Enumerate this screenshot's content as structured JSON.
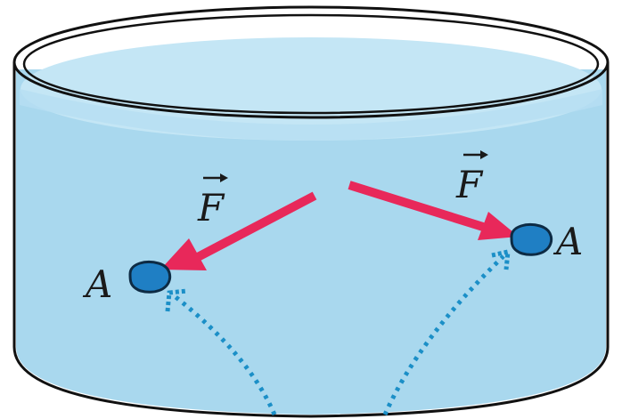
{
  "labels": {
    "force_left": "F",
    "force_right": "F",
    "object_left": "A",
    "object_right": "A"
  },
  "colors": {
    "water": "#a9d8ee",
    "water_top": "#c4e6f5",
    "container_outline": "#111111",
    "force_arrow": "#e8285a",
    "object_fill": "#1f7fc4",
    "path_dots": "#1b8fc7"
  },
  "icons": {
    "force_vector": "arrow-icon",
    "object": "blob-icon",
    "trajectory": "dotted-path-icon"
  }
}
